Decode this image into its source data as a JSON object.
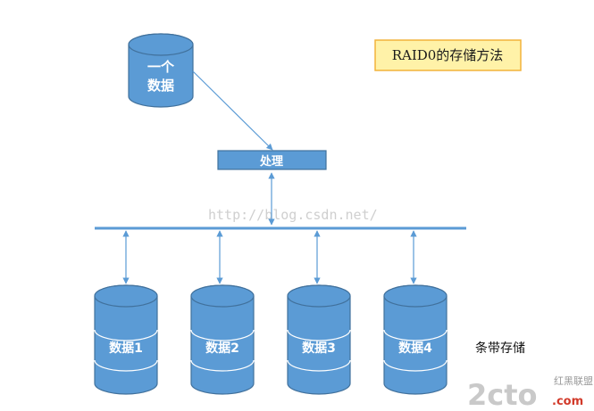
{
  "title": "RAID0的存储方法",
  "source_disk": {
    "line1": "一个",
    "line2": "数据"
  },
  "process_label": "处理",
  "disks": [
    {
      "label": "数据1"
    },
    {
      "label": "数据2"
    },
    {
      "label": "数据3"
    },
    {
      "label": "数据4"
    }
  ],
  "stripe_label": "条带存储",
  "watermark": "http://blog.csdn.net/",
  "logo": {
    "main": "2cto",
    "com": ".com",
    "cn": "红黑联盟"
  },
  "colors": {
    "disk_fill": "#5b9bd5",
    "disk_stroke": "#41719c",
    "line": "#5b9bd5",
    "title_bg": "#fff2a8",
    "title_border": "#f2b33b"
  }
}
